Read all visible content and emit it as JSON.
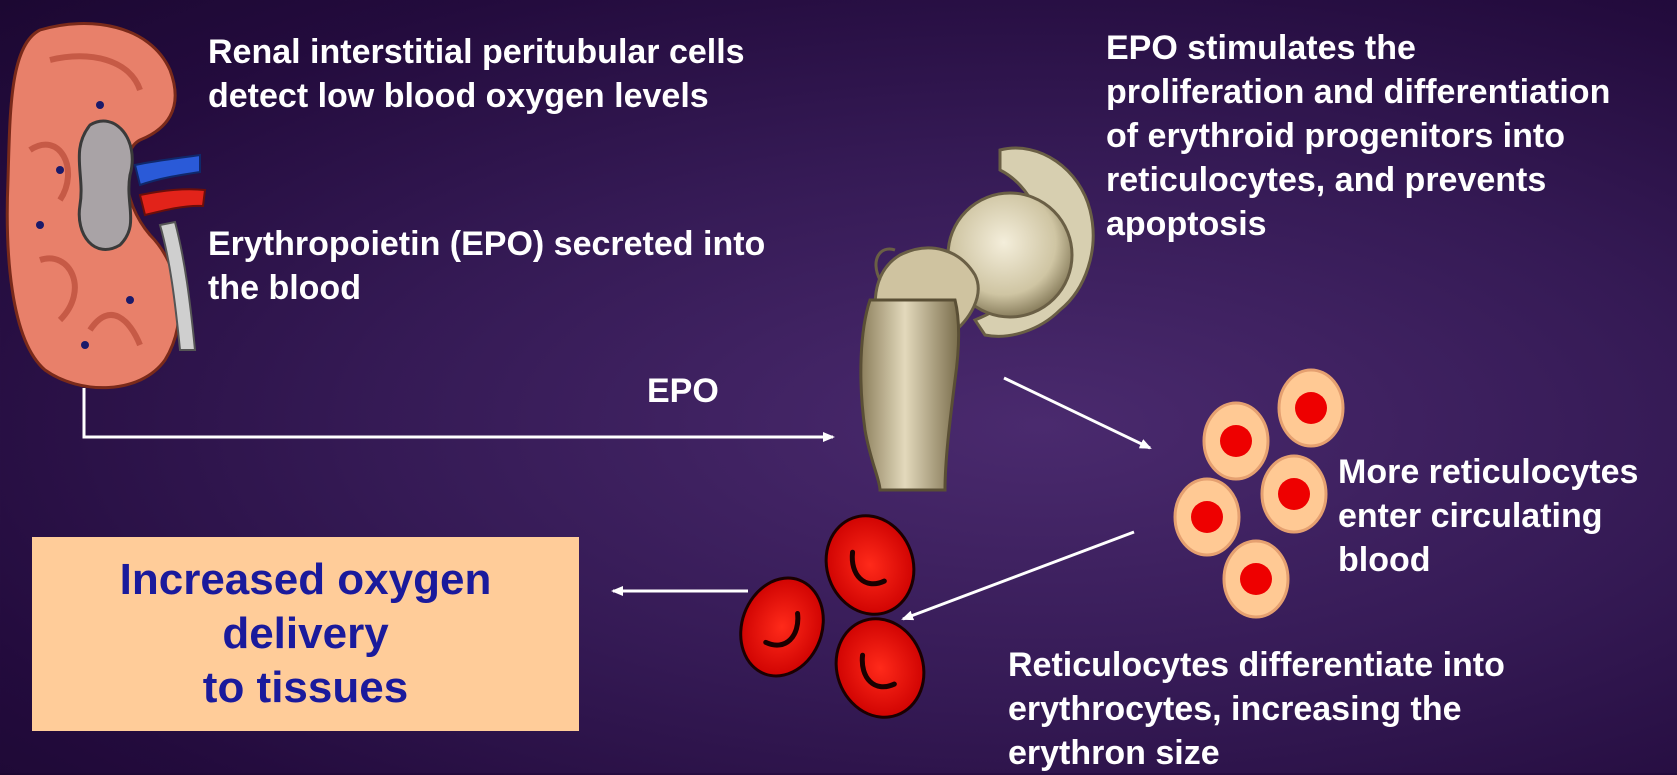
{
  "kidney_text": [
    "Renal interstitial peritubular cells",
    "detect low blood oxygen levels"
  ],
  "epo_secreted_text": [
    "Erythropoietin (EPO) secreted into",
    "the blood"
  ],
  "epo_arrow_label": "EPO",
  "bone_text": [
    "EPO stimulates the",
    "proliferation and differentiation",
    "of erythroid progenitors into",
    "reticulocytes, and prevents",
    "apoptosis"
  ],
  "reticulocyte_text": [
    "More reticulocytes",
    "enter circulating",
    "blood"
  ],
  "erythrocyte_text": [
    "Reticulocytes differentiate into",
    "erythrocytes, increasing the",
    "erythron size"
  ],
  "outcome_text": [
    "Increased oxygen",
    "delivery",
    "to tissues"
  ],
  "colors": {
    "background": "#2e1450",
    "outcome_box": "#ffcc99",
    "outcome_text": "#1a1a9c",
    "text": "#ffffff"
  }
}
